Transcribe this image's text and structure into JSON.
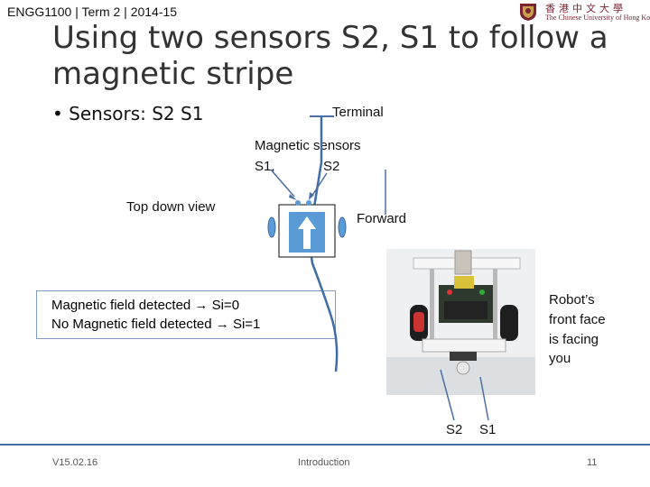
{
  "header": {
    "course": "ENGG1100 | Term 2 | 2014-15",
    "logo": {
      "chinese": "香港中文大學",
      "english": "The Chinese University of Hong Kong"
    }
  },
  "slide": {
    "title": "Using two sensors S2, S1 to follow a magnetic stripe",
    "bullet": "• Sensors: S2 S1"
  },
  "diagram": {
    "terminal_label": "Terminal",
    "sensors_label": "Magnetic sensors",
    "s1_label": "S1,",
    "s2_label": "S2",
    "top_view_label": "Top down view",
    "forward_label": "Forward"
  },
  "field_box": {
    "line1": "Magnetic field detected → Si=0",
    "line2": "No Magnetic field detected → Si=1"
  },
  "photo": {
    "caption_lines": [
      "Robot’s",
      "front face",
      "is facing",
      "you"
    ],
    "s2_label": "S2",
    "s1_label": "S1"
  },
  "footer": {
    "version": "V15.02.16",
    "section": "Introduction",
    "page": "11"
  },
  "colors": {
    "accent_line": "#4a6fa5",
    "robot_arrow_bg": "#5b9bd5",
    "stripe": "#3f6da8",
    "logo": "#7a2432"
  }
}
